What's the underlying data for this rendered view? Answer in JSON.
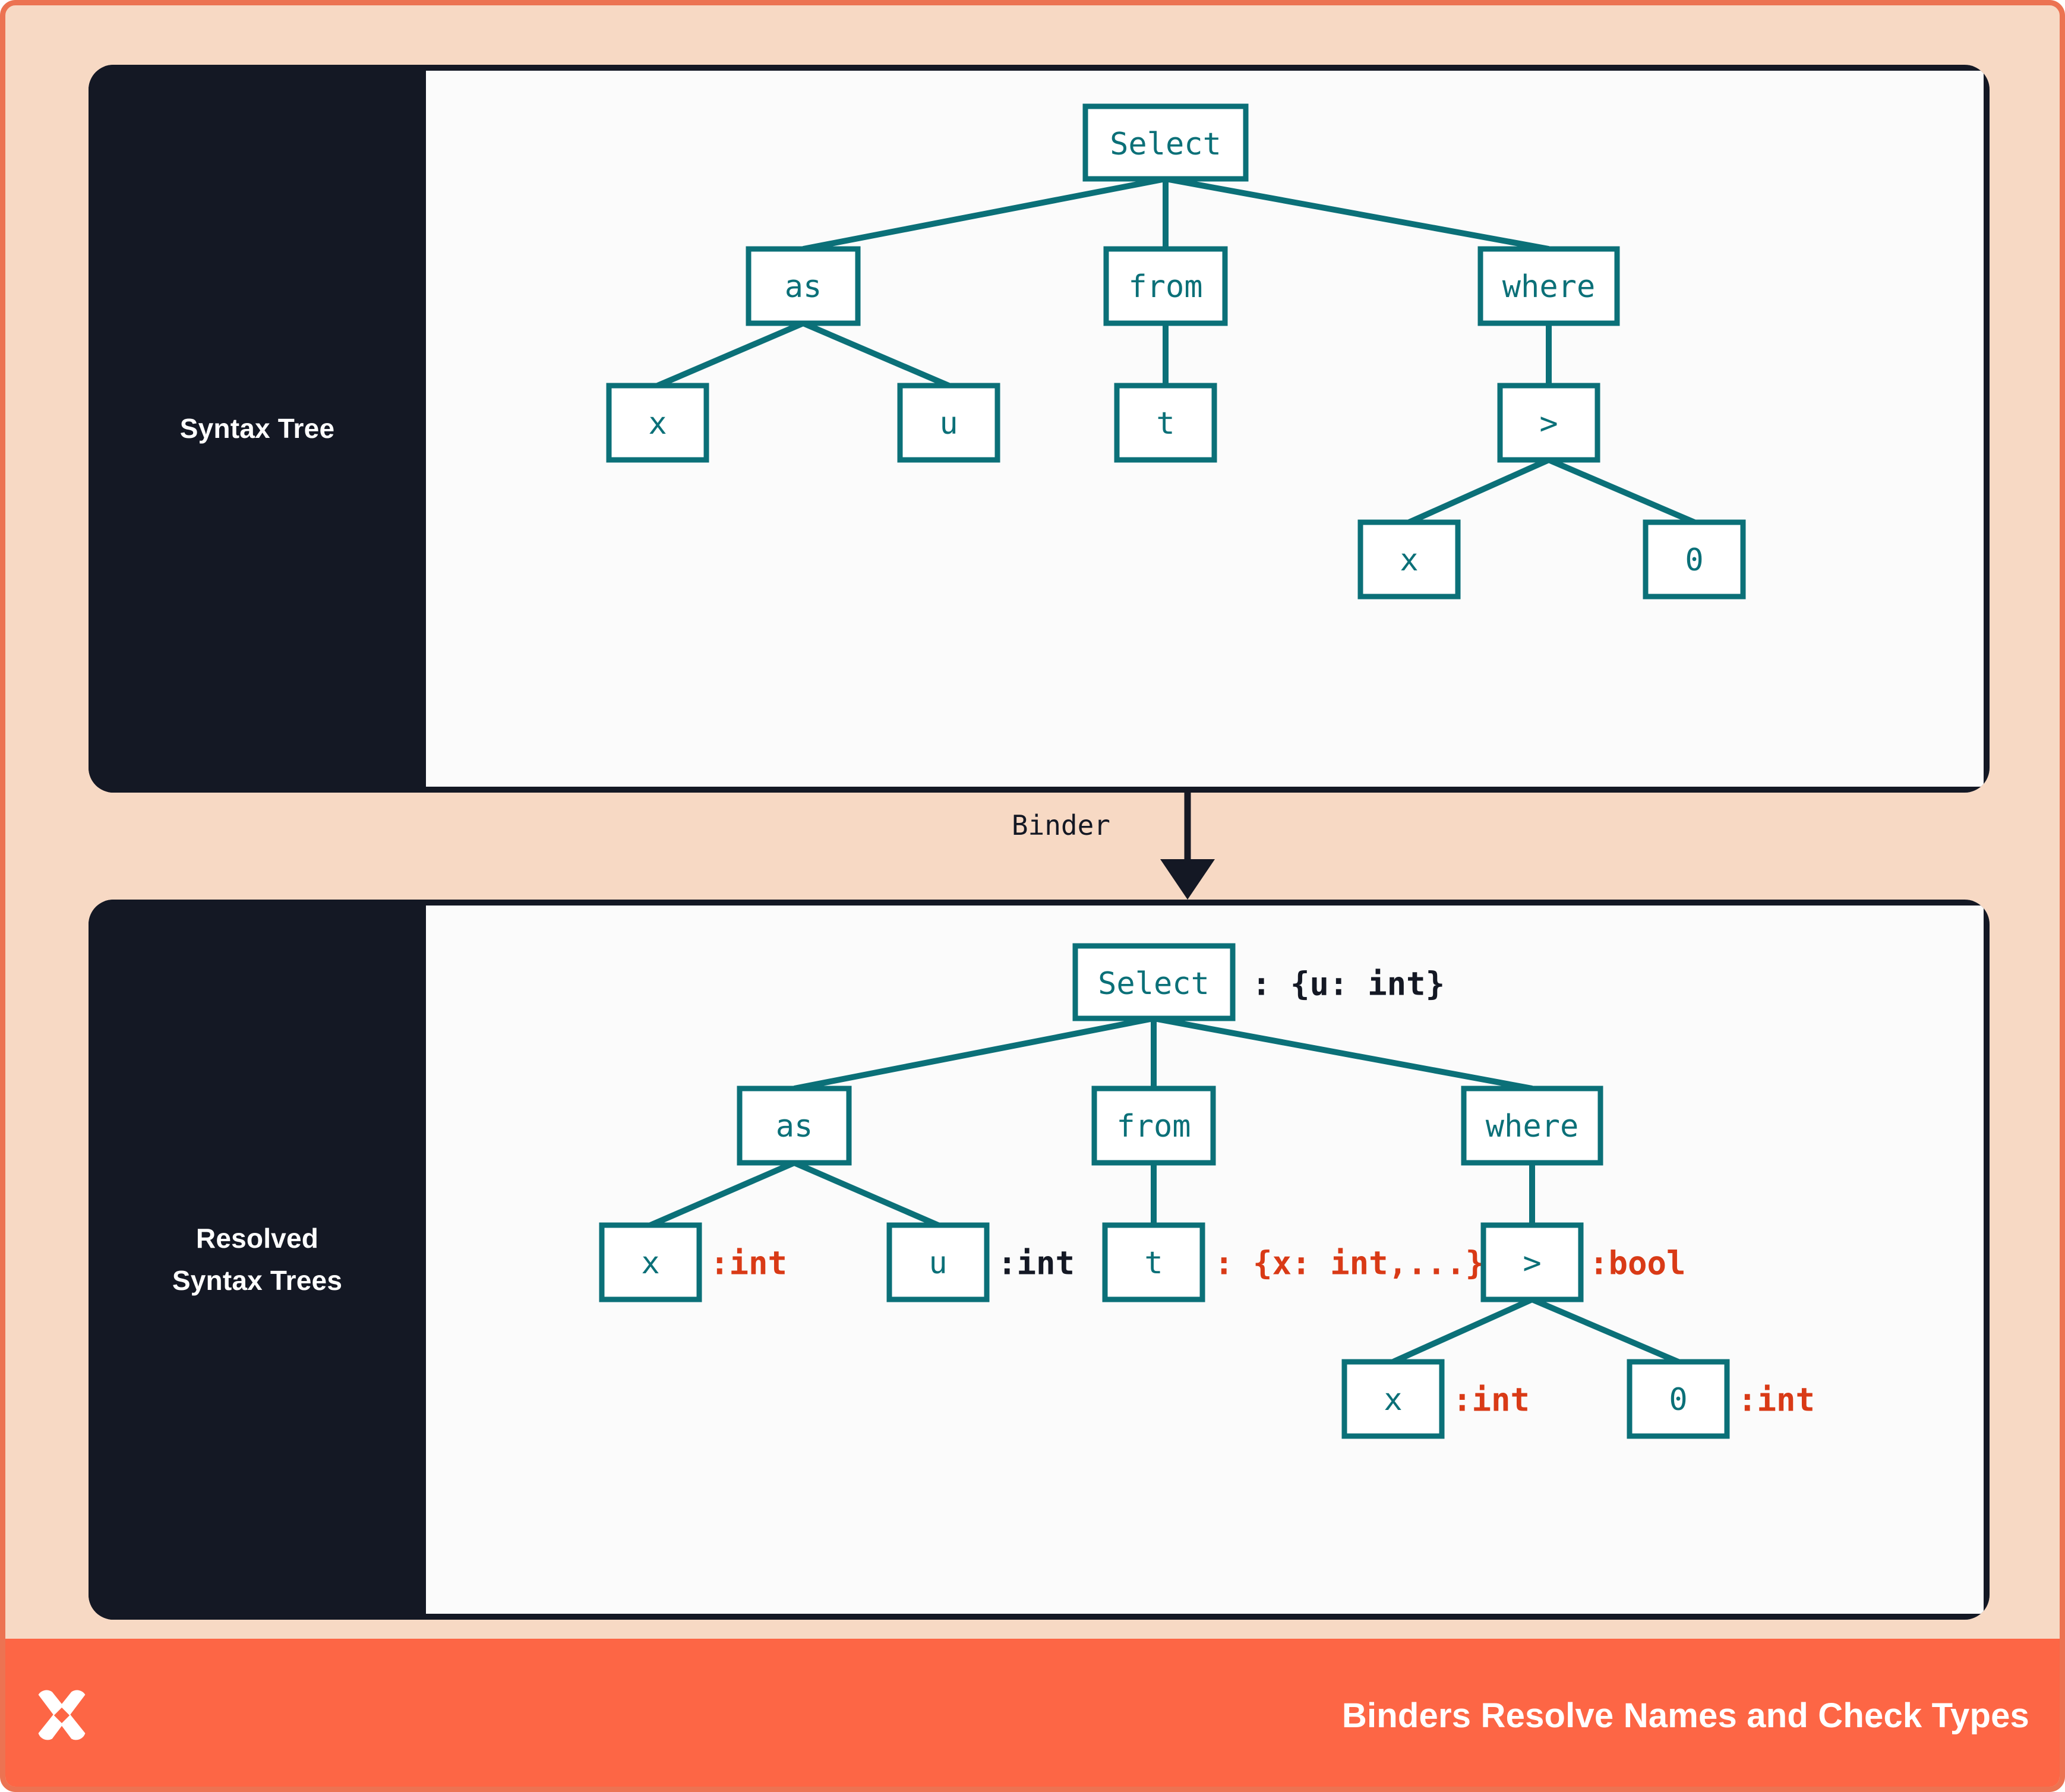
{
  "theme": {
    "frame_border": "#ec7352",
    "page_background": "#f7d9c4",
    "panel_dark": "#141824",
    "panel_canvas": "#fbfbfb",
    "node_stroke": "#0b7078",
    "annotation_dark": "#141824",
    "annotation_red": "#d93a16",
    "footer_background": "#fd6645",
    "footer_text": "#ffffff"
  },
  "panels": {
    "top": {
      "label": "Syntax Tree"
    },
    "bottom": {
      "label_line1": "Resolved",
      "label_line2": "Syntax Trees"
    }
  },
  "binder": {
    "label": "Binder",
    "arrow": "down-arrow"
  },
  "footer": {
    "title": "Binders Resolve Names and Check Types",
    "logo": "x-mark-logo"
  },
  "syntax_tree": {
    "nodes": {
      "root": "Select",
      "as": "as",
      "from": "from",
      "where": "where",
      "as_left": "x",
      "as_right": "u",
      "from_child": "t",
      "where_child": ">",
      "gt_left": "x",
      "gt_right": "0"
    }
  },
  "resolved_tree": {
    "nodes": {
      "root": "Select",
      "as": "as",
      "from": "from",
      "where": "where",
      "as_left": "x",
      "as_right": "u",
      "from_child": "t",
      "where_child": ">",
      "gt_left": "x",
      "gt_right": "0"
    },
    "annotations": {
      "root": ": {u: int}",
      "as_left": ":int",
      "as_right": ":int",
      "from_child": ": {x: int,...}",
      "where_child": ":bool",
      "gt_left": ":int",
      "gt_right": ":int"
    }
  }
}
